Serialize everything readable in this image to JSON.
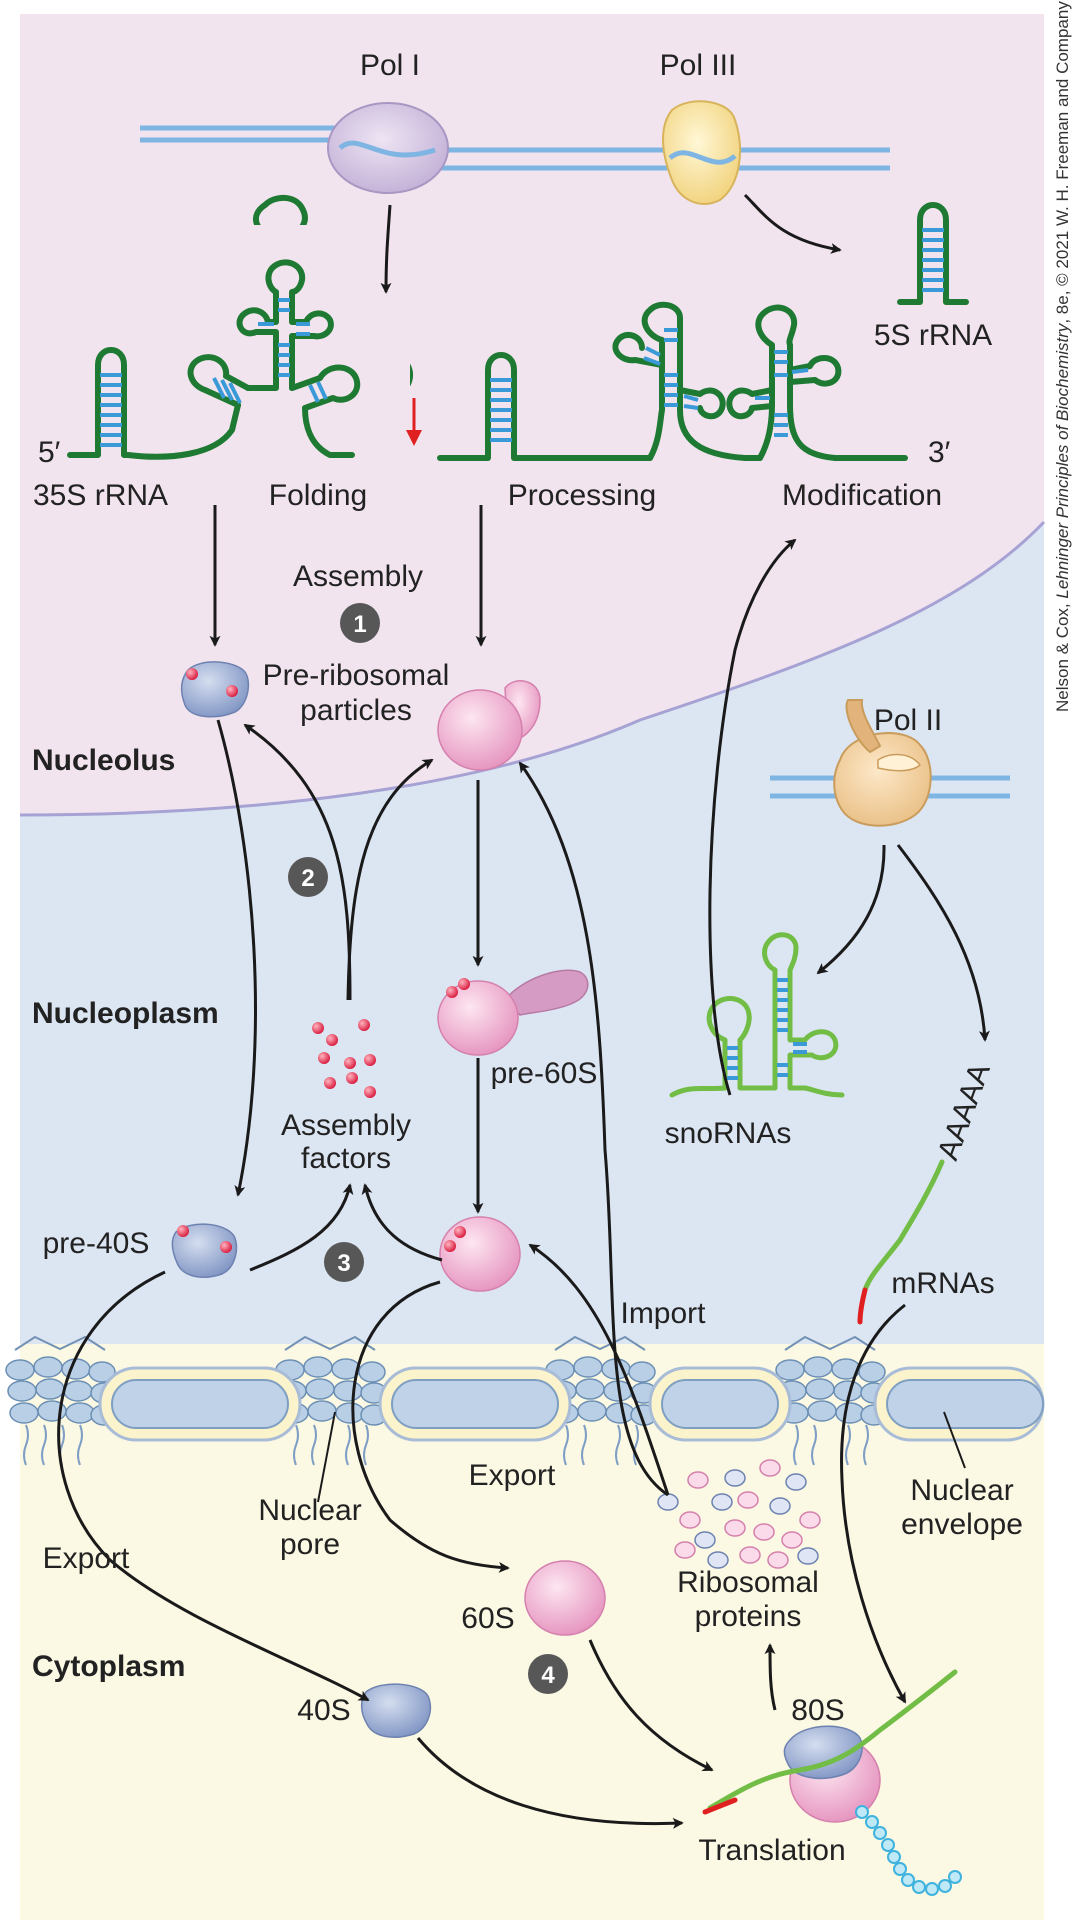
{
  "credit": {
    "prefix": "Nelson & Cox, ",
    "book": "Lehninger Principles of Biochemistry",
    "suffix": ", 8e, © 2021 W. H. Freeman and Company"
  },
  "compartments": {
    "nucleolus": "Nucleolus",
    "nucleoplasm": "Nucleoplasm",
    "cytoplasm": "Cytoplasm"
  },
  "labels": {
    "pol1": "Pol I",
    "pol3": "Pol III",
    "pol2": "Pol II",
    "five_prime": "5′",
    "three_prime": "3′",
    "rrna35": "35S rRNA",
    "folding": "Folding",
    "processing": "Processing",
    "modification": "Modification",
    "rrna5": "5S rRNA",
    "assembly": "Assembly",
    "preribosomal_1": "Pre-ribosomal",
    "preribosomal_2": "particles",
    "assembly_factors_1": "Assembly",
    "assembly_factors_2": "factors",
    "pre60s": "pre-60S",
    "pre40s": "pre-40S",
    "snornas": "snoRNAs",
    "polya": "AAAAA",
    "mrnas": "mRNAs",
    "import": "Import",
    "export_mid": "Export",
    "export_left": "Export",
    "nuclear_pore_1": "Nuclear",
    "nuclear_pore_2": "pore",
    "nuclear_env_1": "Nuclear",
    "nuclear_env_2": "envelope",
    "ribo_prot_1": "Ribosomal",
    "ribo_prot_2": "proteins",
    "s60": "60S",
    "s40": "40S",
    "s80": "80S",
    "translation": "Translation"
  },
  "steps": [
    "1",
    "2",
    "3",
    "4"
  ],
  "colors": {
    "nucleolus_bg": "#f1e4ee",
    "nucleoplasm_bg": "#dce6f3",
    "cytoplasm_bg": "#fbf8e3",
    "rrna_green": "#1e7a32",
    "sno_green": "#72bd45",
    "stem_blue": "#3a9ad8",
    "pink_subunit": "#efaed0",
    "blue_subunit": "#93a7cf",
    "red_arrow": "#e02020",
    "step_circle": "#575757"
  }
}
